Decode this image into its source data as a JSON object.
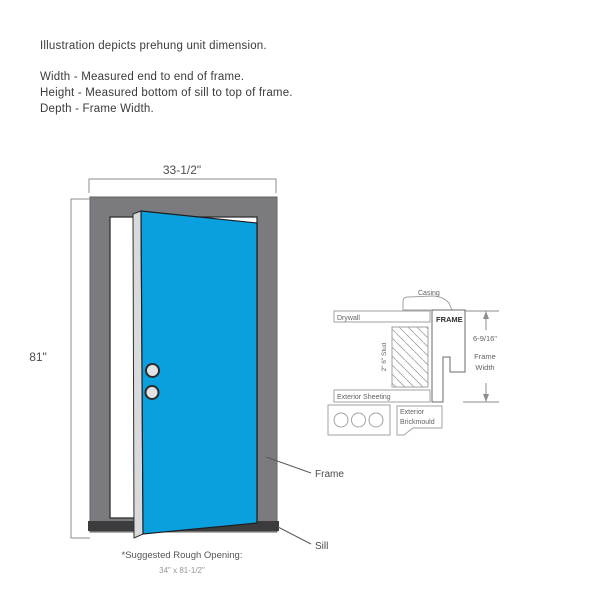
{
  "header": {
    "line1": "Illustration depicts prehung unit dimension.",
    "line2": "Width - Measured end to end of frame.",
    "line3": "Height - Measured bottom of sill to top of frame.",
    "line4": "Depth - Frame Width."
  },
  "door_diagram": {
    "width_dim": "33-1/2\"",
    "height_dim": "81\"",
    "frame_label": "Frame",
    "sill_label": "Sill",
    "rough_opening_title": "*Suggested Rough Opening:",
    "rough_opening_value": "34\" x 81-1/2\""
  },
  "cross_section": {
    "casing_label": "Casing",
    "drywall_label": "Drywall",
    "frame_label": "FRAME",
    "stud_label": "2\" 6\" Stud",
    "sheeting_label": "Exterior Sheeting",
    "brickmould_line1": "Exterior",
    "brickmould_line2": "Brickmould",
    "frame_width_dim": "6-9/16\"",
    "frame_width_line1": "Frame",
    "frame_width_line2": "Width"
  },
  "colors": {
    "door_blue": "#0a9fdf",
    "frame_gray": "#7b7b7f",
    "sill_dark": "#3c3c3e",
    "door_edge_gray": "#dadadc",
    "outline_dark": "#2f2f31",
    "dim_gray": "#8c8c8e",
    "detail_gray": "#a2a2a6"
  }
}
